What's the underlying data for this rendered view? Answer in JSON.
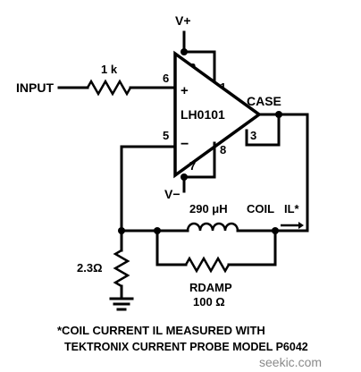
{
  "circuit": {
    "supply_pos": "V+",
    "supply_neg": "V−",
    "input_label": "INPUT",
    "input_resistor": "1 k",
    "chip": "LH0101",
    "case_label": "CASE",
    "pins": {
      "p1": "1",
      "p2": "2",
      "p3": "3",
      "p5": "5",
      "p6": "6",
      "p7": "7",
      "p8": "8"
    },
    "plus_sign": "+",
    "minus_sign": "−",
    "inductor": "290 μH",
    "coil_label": "COIL",
    "current_label": "IL*",
    "r_damp": "RDAMP",
    "r_damp_value": "100 Ω",
    "sense_resistor": "2.3Ω"
  },
  "footnote": {
    "line1": "*COIL CURRENT IL MEASURED WITH",
    "line2": "TEKTRONIX CURRENT PROBE MODEL P6042"
  },
  "watermark": "seekic.com"
}
